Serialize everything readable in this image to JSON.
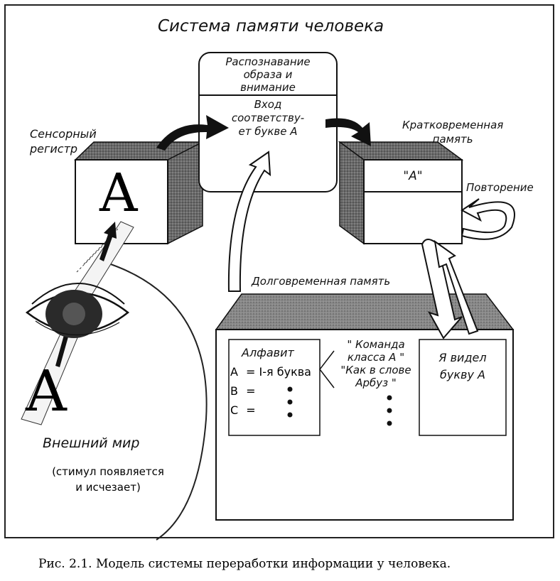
{
  "title": "Система памяти человека",
  "pattern_box": {
    "header": [
      "Распознавание",
      "образа и",
      "внимание"
    ],
    "body": [
      "Вход",
      "соответству-",
      "ет букве А"
    ]
  },
  "sensory_register": {
    "label": [
      "Сенсорный",
      "регистр"
    ],
    "letter": "A"
  },
  "short_term": {
    "label": [
      "Кратковременная",
      "память"
    ],
    "content": "\"А\"",
    "rehearsal": "Повторение"
  },
  "long_term": {
    "label": "Долговременная память",
    "alphabet_header": "Алфавит",
    "rows": [
      {
        "letter": "A",
        "text": "= I-я буква"
      },
      {
        "letter": "B",
        "text": "="
      },
      {
        "letter": "C",
        "text": "="
      }
    ],
    "associations": [
      "\" Команда",
      "класса А \"",
      "\"Как в слове",
      "Арбуз \""
    ],
    "memory": [
      "Я видел",
      "букву А"
    ]
  },
  "outside_world": {
    "label": "Внешний мир",
    "note": [
      "(стимул появляется",
      "и исчезает)"
    ],
    "letter": "A"
  },
  "caption": "Рис. 2.1. Модель системы переработки информации у человека."
}
